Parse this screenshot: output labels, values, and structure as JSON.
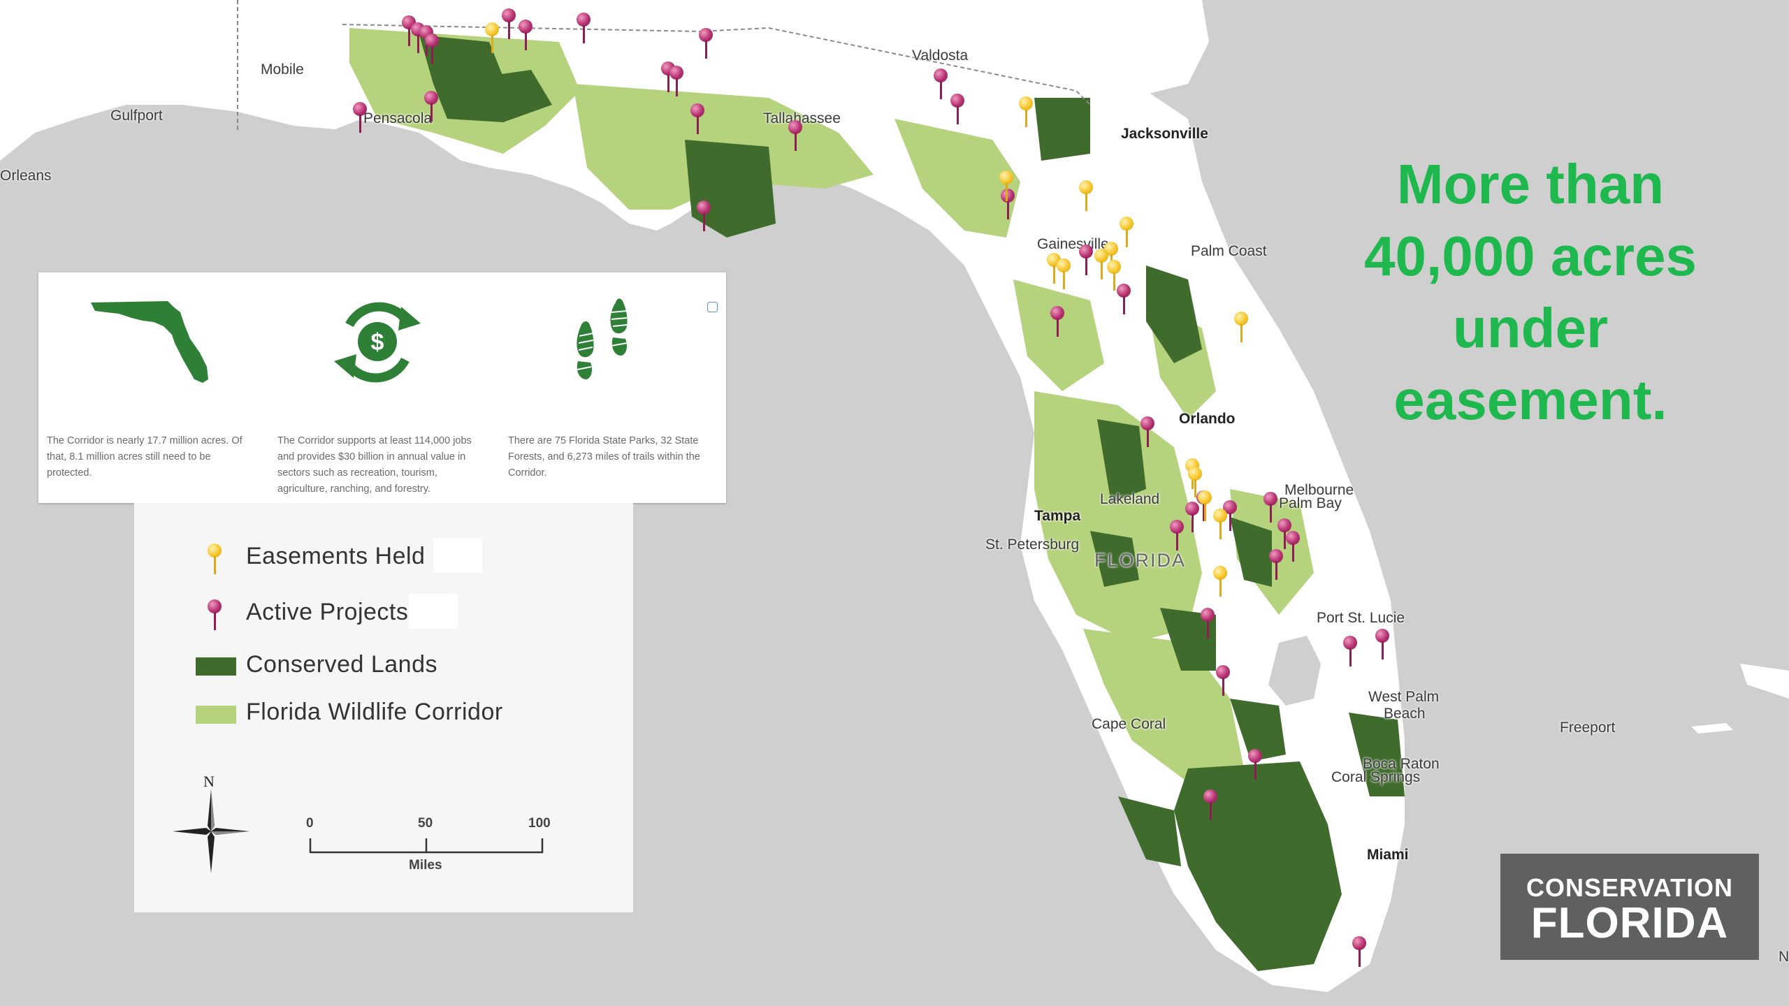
{
  "map": {
    "colors": {
      "water": "#cfcfcf",
      "land": "#ffffff",
      "conserved": "#3f6b2c",
      "corridor": "#b5d27d"
    },
    "cities": [
      {
        "id": "mobile",
        "name": "Mobile"
      },
      {
        "id": "gulfport",
        "name": "Gulfport"
      },
      {
        "id": "orleans",
        "name": "Orleans"
      },
      {
        "id": "pensacola",
        "name": "Pensacola"
      },
      {
        "id": "tallahassee",
        "name": "Tallahassee"
      },
      {
        "id": "valdosta",
        "name": "Valdosta"
      },
      {
        "id": "jacksonville",
        "name": "Jacksonville"
      },
      {
        "id": "gainesville",
        "name": "Gainesville"
      },
      {
        "id": "palm-coast",
        "name": "Palm Coast"
      },
      {
        "id": "orlando",
        "name": "Orlando"
      },
      {
        "id": "lakeland",
        "name": "Lakeland"
      },
      {
        "id": "tampa",
        "name": "Tampa"
      },
      {
        "id": "st-petersburg",
        "name": "St. Petersburg"
      },
      {
        "id": "florida",
        "name": "FLORIDA"
      },
      {
        "id": "melbourne",
        "name": "Melbourne"
      },
      {
        "id": "palm-bay",
        "name": "Palm Bay"
      },
      {
        "id": "port-st-lucie",
        "name": "Port St. Lucie"
      },
      {
        "id": "west-palm",
        "name": "West Palm"
      },
      {
        "id": "beach",
        "name": "Beach"
      },
      {
        "id": "cape-coral",
        "name": "Cape Coral"
      },
      {
        "id": "boca-raton",
        "name": "Boca Raton"
      },
      {
        "id": "coral-springs",
        "name": "Coral Springs"
      },
      {
        "id": "miami",
        "name": "Miami"
      },
      {
        "id": "freeport",
        "name": "Freeport"
      },
      {
        "id": "n-edge",
        "name": "N"
      }
    ]
  },
  "info_card": {
    "columns": [
      {
        "icon": "florida-state-icon",
        "text": "The Corridor is nearly 17.7 million acres. Of that, 8.1 million acres still need to be protected."
      },
      {
        "icon": "money-cycle-icon",
        "text": "The Corridor supports at least 114,000 jobs and provides $30 billion in annual value in sectors such as recreation, tourism, agriculture, ranching, and forestry."
      },
      {
        "icon": "footprints-icon",
        "text": "There are 75 Florida State Parks, 32 State Forests, and 6,273 miles of trails within the Corridor."
      }
    ]
  },
  "legend": {
    "items": [
      {
        "label": "Easements Held",
        "symbol": "yellow-pin"
      },
      {
        "label": "Active Projects",
        "symbol": "magenta-pin"
      },
      {
        "label": "Conserved Lands",
        "color": "#3f6b2c"
      },
      {
        "label": "Florida Wildlife Corridor",
        "color": "#b5d27d"
      }
    ],
    "north_label": "N",
    "scale": {
      "ticks": [
        "0",
        "50",
        "100"
      ],
      "unit": "Miles"
    }
  },
  "headline": {
    "lines": [
      "More than",
      "40,000 acres",
      "under",
      "easement."
    ]
  },
  "logo": {
    "line1": "CONSERVATION",
    "line2": "FLORIDA"
  }
}
